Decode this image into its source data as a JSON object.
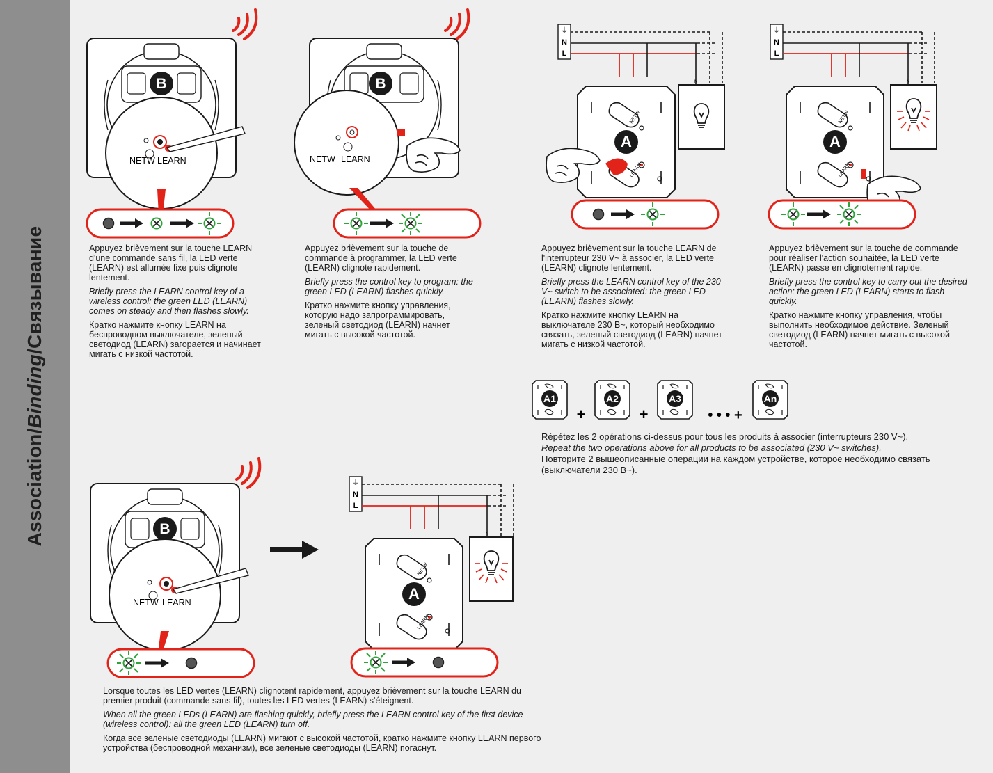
{
  "sidebar": {
    "title_part1": "Association/",
    "title_part2": "Binding",
    "title_part3": "/Связывание"
  },
  "labels": {
    "wireless_key": "B",
    "module_key": "A",
    "netw": "NETW",
    "learn": "LEARN",
    "earth": "⏚",
    "neutral": "N",
    "live": "L",
    "n_small": "N"
  },
  "repeat_modules": [
    "A1",
    "A2",
    "A3",
    "An"
  ],
  "repeat_operators": [
    "+",
    "+",
    "• • • +"
  ],
  "steps": [
    {
      "fr": "Appuyez brièvement sur la touche LEARN d'une commande sans fil, la LED verte (LEARN) est allumée fixe puis clignote lentement.",
      "en": "Briefly press the LEARN control key of a wireless control: the green LED (LEARN) comes on steady and then flashes slowly.",
      "ru": "Кратко нажмите кнопку LEARN на беспроводном выключателе, зеленый светодиод (LEARN) загорается и начинает мигать с низкой частотой."
    },
    {
      "fr": "Appuyez brièvement sur la touche de commande à programmer, la LED verte (LEARN) clignote rapidement.",
      "en": "Briefly press the control key to program: the green LED (LEARN) flashes quickly.",
      "ru": "Кратко нажмите кнопку управления, которую надо запрограммировать, зеленый светодиод (LEARN) начнет мигать с высокой частотой."
    },
    {
      "fr": "Appuyez brièvement sur la touche LEARN de l'interrupteur 230 V~ à associer, la LED verte (LEARN) clignote lentement.",
      "en": "Briefly press the LEARN control key of the 230 V~ switch to be associated: the green LED (LEARN) flashes slowly.",
      "ru": "Кратко нажмите кнопку LEARN на выключателе 230 В~, который необходимо связать, зеленый светодиод (LEARN) начнет мигать с низкой частотой."
    },
    {
      "fr": "Appuyez brièvement sur la touche de commande pour réaliser l'action souhaitée, la LED verte (LEARN) passe en clignotement rapide.",
      "en": "Briefly press the control key to carry out the desired action: the green LED (LEARN) starts to flash quickly.",
      "ru": "Кратко нажмите кнопку управления, чтобы выполнить необходимое действие. Зеленый светодиод (LEARN) начнет мигать с высокой частотой."
    }
  ],
  "repeat": {
    "fr": "Répétez les 2 opérations ci-dessus pour tous les produits à associer (interrupteurs 230 V~).",
    "en": "Repeat the two operations above for all products to be associated (230 V~ switches).",
    "ru": "Повторите 2 вышеописанные операции на каждом устройстве, которое необходимо связать (выключатели 230 В~)."
  },
  "final": {
    "fr": "Lorsque toutes les LED vertes (LEARN) clignotent rapidement, appuyez brièvement sur la touche LEARN du premier produit (commande sans fil), toutes les LED vertes (LEARN) s'éteignent.",
    "en": "When all the green LEDs (LEARN) are flashing quickly, briefly press the LEARN control key of the first device (wireless control): all the green LED (LEARN) turn off.",
    "ru": "Когда все зеленые светодиоды (LEARN) мигают с высокой частотой, кратко нажмите кнопку  LEARN первого устройства (беспроводной механизм), все зеленые светодиоды (LEARN) погаснут."
  },
  "colors": {
    "red": "#e2231a",
    "green": "#2ea43a",
    "sidebar": "#8e8e8e",
    "content": "#efefef"
  }
}
